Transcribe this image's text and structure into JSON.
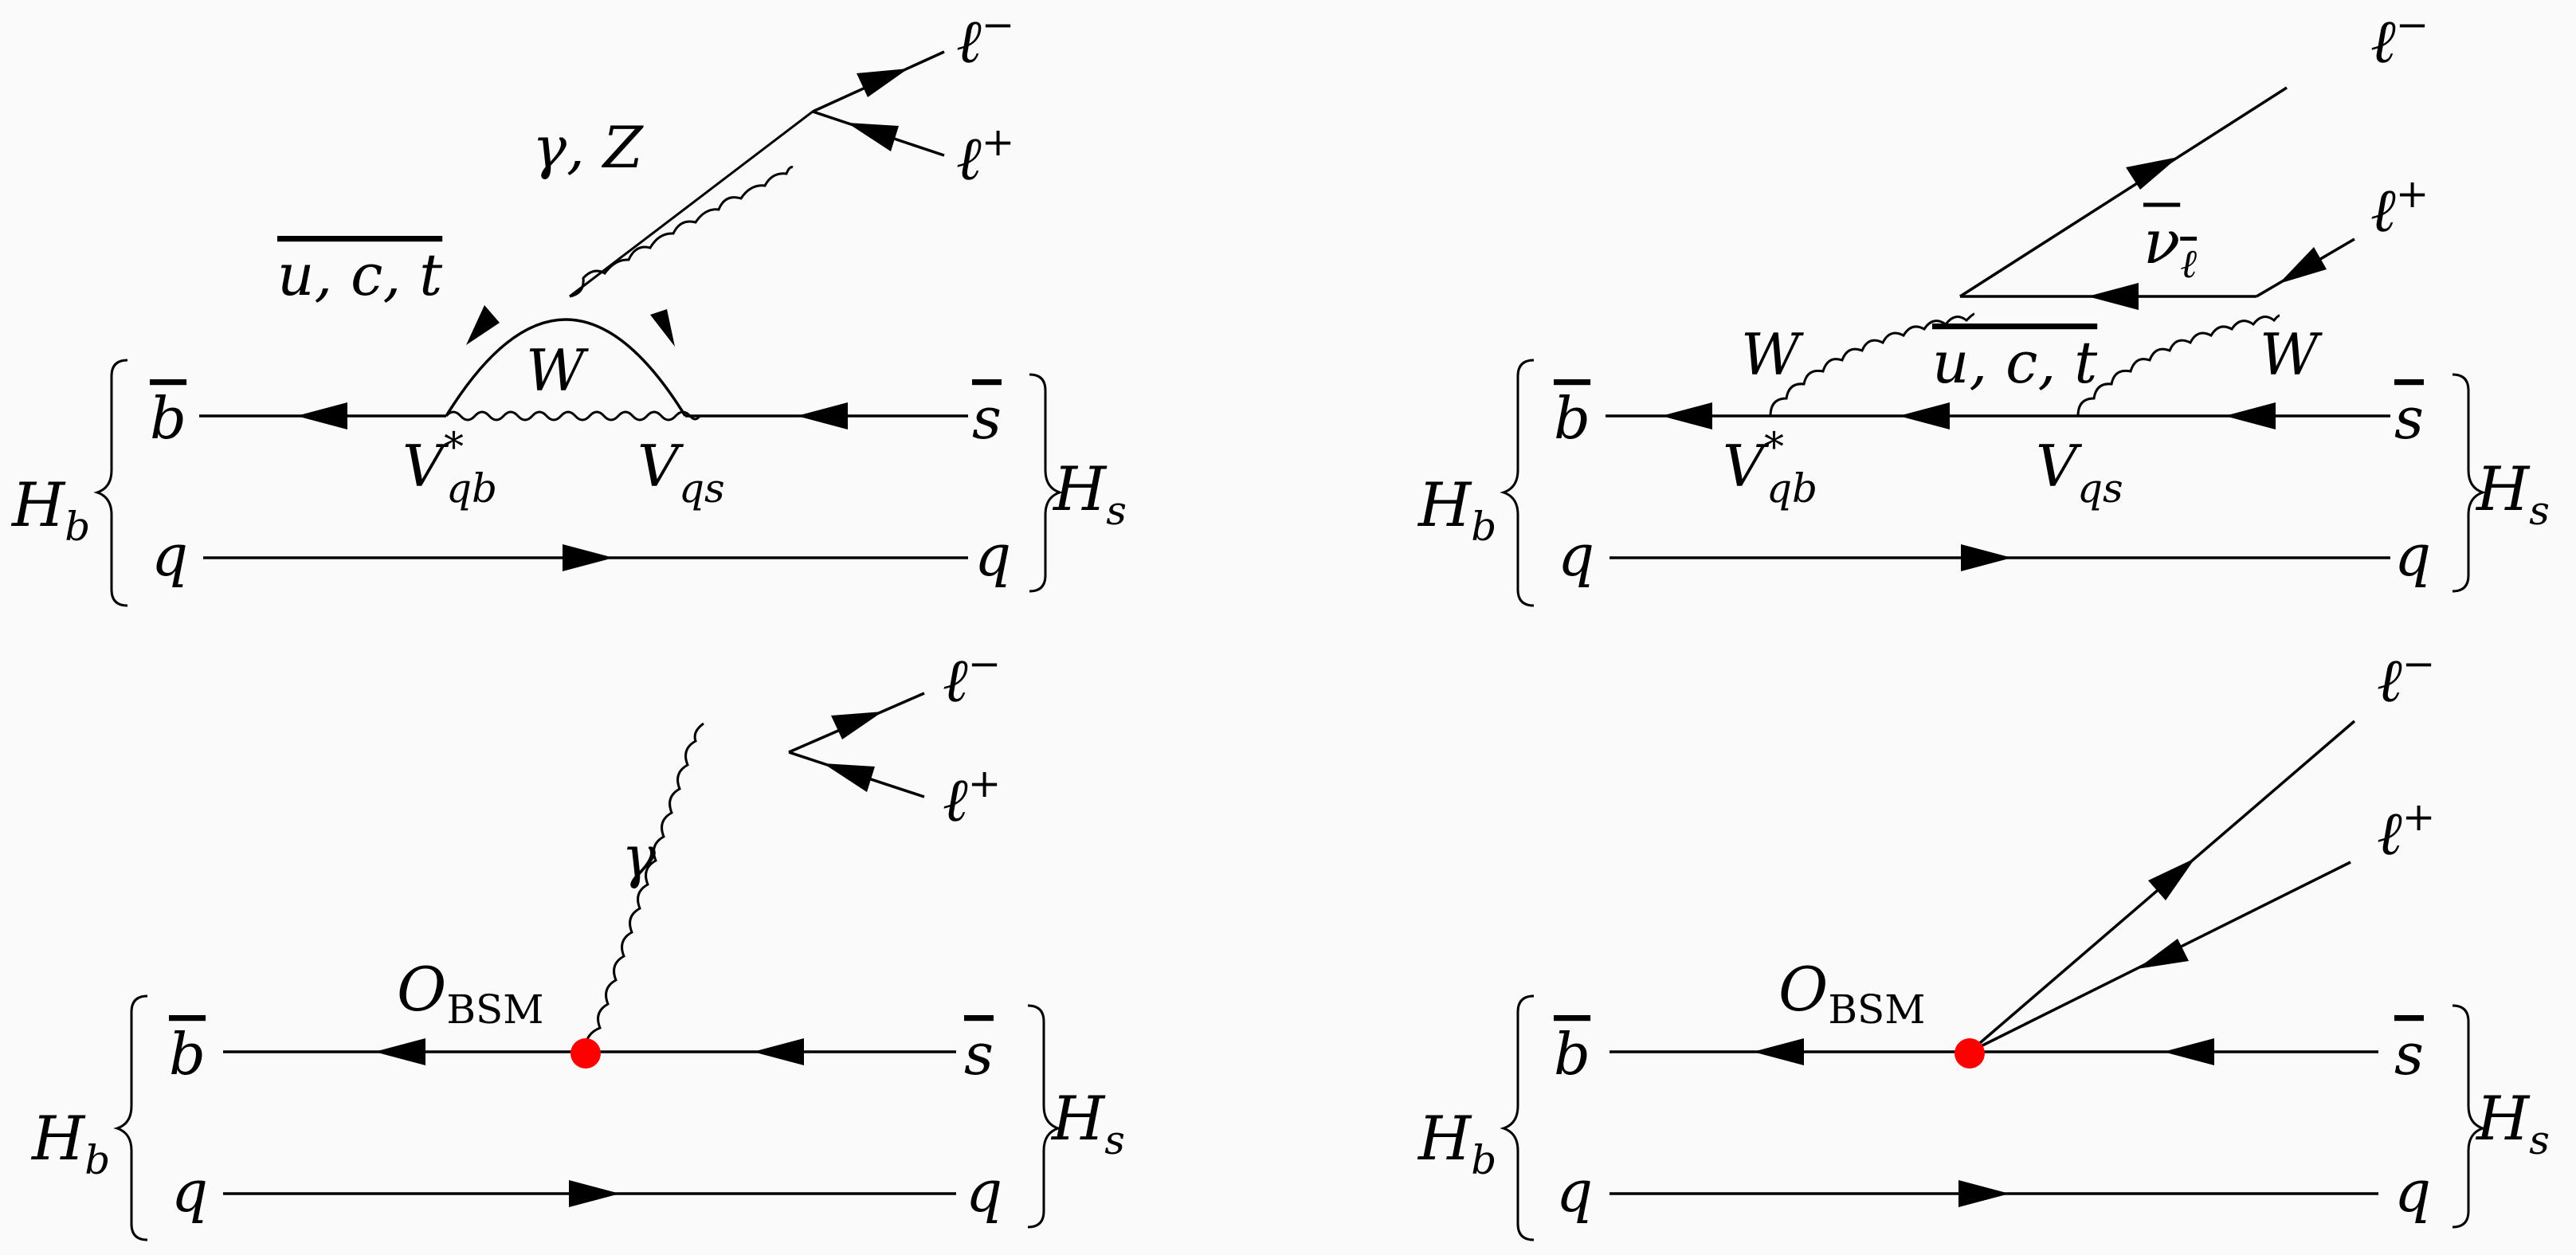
{
  "labels": {
    "l_minus": "ℓ",
    "l_plus": "ℓ",
    "minus_sup": "−",
    "plus_sup": "+",
    "gamma_z": "γ, Z",
    "gamma": "γ",
    "quark_loop": "u, c, t",
    "W": "W",
    "bbar": "b",
    "sbar": "s",
    "q": "q",
    "H": "H",
    "b_sub": "b",
    "s_sub": "s",
    "V": "V",
    "star": "*",
    "qb_sub": "qb",
    "qs_sub": "qs",
    "nu": "ν",
    "ell_sub": "ℓ",
    "O": "O",
    "bsm_sub": "BSM"
  },
  "colors": {
    "line": "#000000",
    "vertex": "#ff0000",
    "background": "#fafafa"
  }
}
